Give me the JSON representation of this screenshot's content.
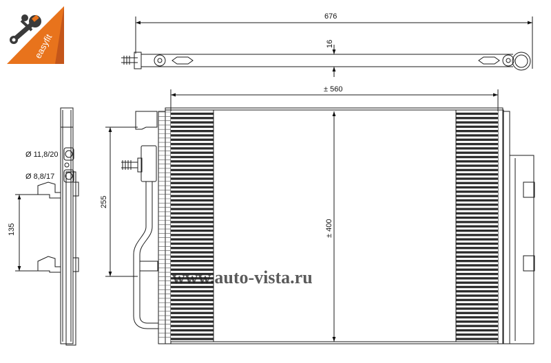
{
  "brand": {
    "logo_text": "easyfit",
    "colors": {
      "badge": "#e8731c",
      "badge_dark": "#c4561a",
      "wrench": "#3a3a3a"
    }
  },
  "dimensions": {
    "total_length": "676",
    "bar_height": "16",
    "core_width": "± 560",
    "core_height": "± 400",
    "port_height": "255",
    "bracket_spacing": "135",
    "inlet_diameter": "Ø 11,8/20",
    "outlet_diameter": "Ø 8,8/17"
  },
  "watermark": "www.auto-vista.ru",
  "colors": {
    "line": "#1a1a1a",
    "fin": "#2b2b2b"
  }
}
